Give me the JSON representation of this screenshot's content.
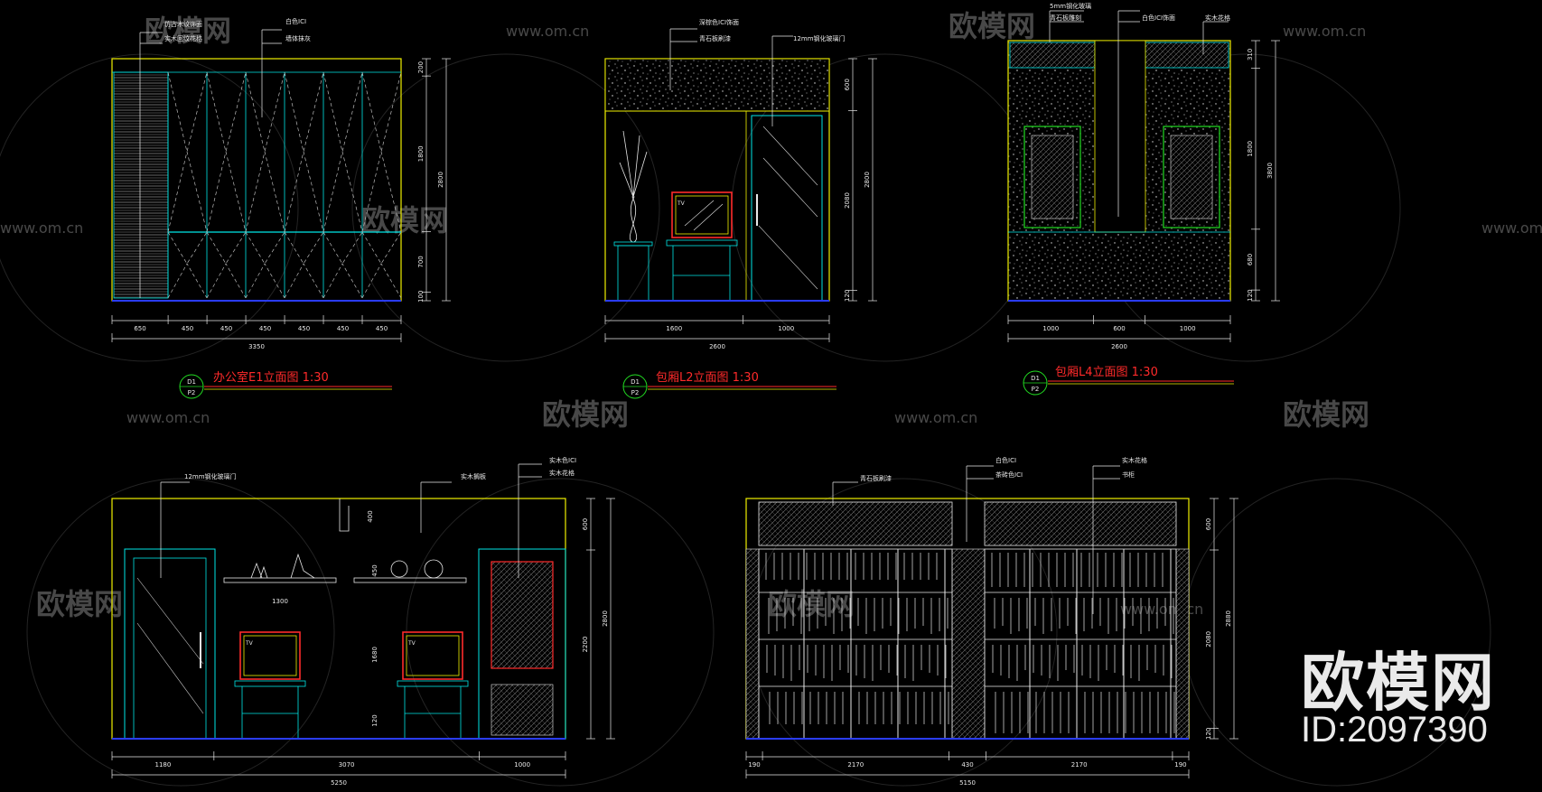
{
  "colors": {
    "background": "#000000",
    "yellow": "#f0f000",
    "cyan": "#00e6e6",
    "white": "#e8e8e8",
    "red": "#ff2a2a",
    "green": "#22dd22",
    "blue": "#2a3cff",
    "grey": "#9a9a9a"
  },
  "watermark": {
    "site": "www.om.cn",
    "brand": "欧模网",
    "big_brand": "欧模网",
    "id": "ID:2097390"
  },
  "views": [
    {
      "title": "办公室E1立面图 1:30",
      "tag_top": "D1",
      "tag_bottom": "P2",
      "dims_bottom": [
        "650",
        "450",
        "450",
        "450",
        "450",
        "450",
        "450"
      ],
      "dim_total": "3350",
      "dims_right": [
        "200",
        "1800",
        "700",
        "100"
      ],
      "dim_right_total": "2800",
      "callouts": [
        "仿古木纹饰面",
        "白色ICI",
        "实木回纹花格",
        "墙体抹灰"
      ]
    },
    {
      "title": "包厢L2立面图 1:30",
      "tag_top": "D1",
      "tag_bottom": "P2",
      "dims_bottom": [
        "1600",
        "1000"
      ],
      "dim_total": "2600",
      "dims_right": [
        "600",
        "2080",
        "120"
      ],
      "dim_right_total": "2800",
      "callouts": [
        "深棕色ICI饰面",
        "青石板刷漆",
        "12mm钢化玻璃门"
      ],
      "tv_label": "TV"
    },
    {
      "title": "包厢L4立面图 1:30",
      "tag_top": "D1",
      "tag_bottom": "P2",
      "dims_bottom": [
        "1000",
        "600",
        "1000"
      ],
      "dim_total": "2600",
      "dims_right": [
        "310",
        "1800",
        "680",
        "120"
      ],
      "dim_right_total": "3800",
      "callouts": [
        "5mm钢化玻璃",
        "青石板雕刻",
        "白色ICI饰面",
        "实木花格"
      ]
    },
    {
      "dims_bottom": [
        "1180",
        "3070",
        "1000"
      ],
      "dim_total": "5250",
      "dims_right": [
        "600",
        "2200"
      ],
      "dim_right_total": "2800",
      "dims_inner": [
        "400",
        "450",
        "1300",
        "1680",
        "120"
      ],
      "callouts": [
        "12mm钢化玻璃门",
        "实木搁板",
        "实木色ICI",
        "实木花格"
      ],
      "tv_label": "TV"
    },
    {
      "dims_bottom": [
        "190",
        "2170",
        "430",
        "2170",
        "190"
      ],
      "dim_total": "5150",
      "dims_right": [
        "600",
        "2080",
        "120"
      ],
      "dim_right_total": "2880",
      "callouts": [
        "青石板刷漆",
        "白色ICI",
        "茶砖色ICI",
        "实木花格",
        "书柜"
      ]
    }
  ]
}
